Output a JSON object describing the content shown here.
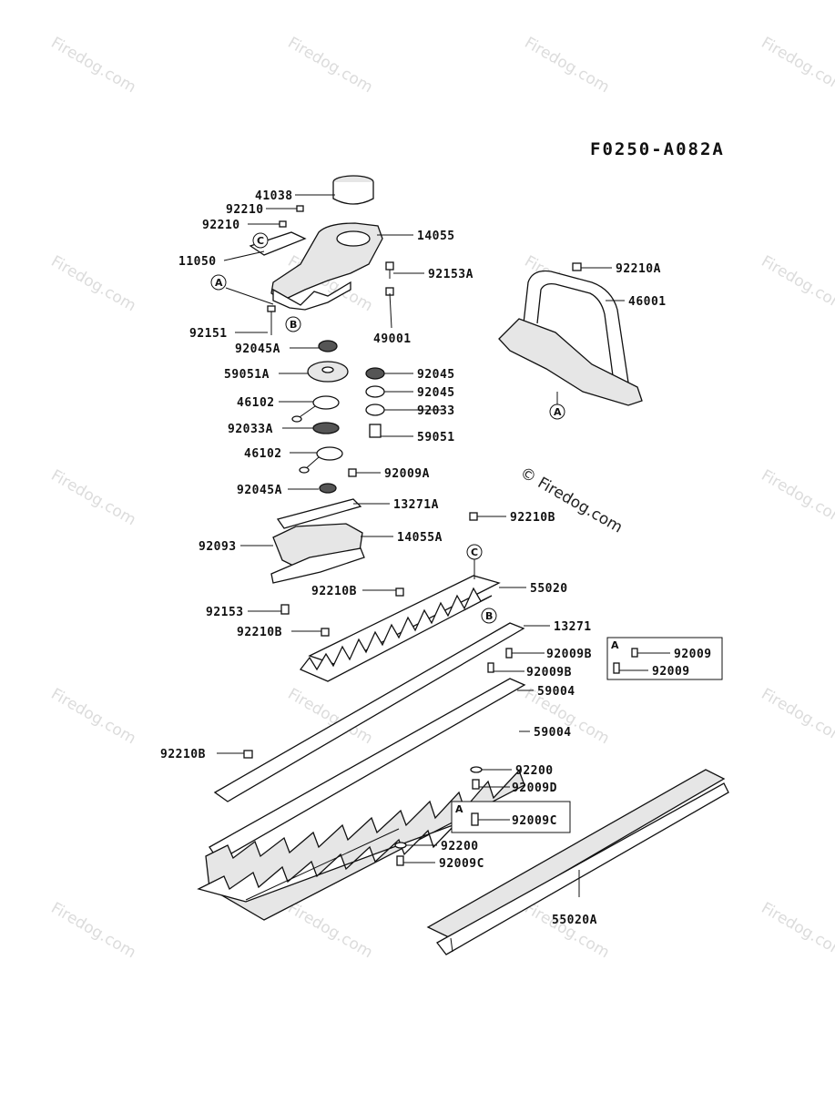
{
  "diagram_code": "F0250-A082A",
  "watermark": "Firedog.com",
  "watermark_center": "© Firedog.com",
  "callouts": {
    "41038": "41038",
    "92210_1": "92210",
    "92210_2": "92210",
    "11050": "11050",
    "14055": "14055",
    "92153A": "92153A",
    "92151": "92151",
    "49001": "49001",
    "92045A_1": "92045A",
    "59051A": "59051A",
    "92045_1": "92045",
    "92045_2": "92045",
    "46102_1": "46102",
    "92033": "92033",
    "92033A": "92033A",
    "59051": "59051",
    "46102_2": "46102",
    "92009A": "92009A",
    "92045A_2": "92045A",
    "13271A": "13271A",
    "92093": "92093",
    "14055A": "14055A",
    "92210B_1": "92210B",
    "55020": "55020",
    "92153": "92153",
    "92210B_2": "92210B",
    "92210B_3": "92210B",
    "13271": "13271",
    "92009B_1": "92009B",
    "92009B_2": "92009B",
    "59004_1": "59004",
    "59004_2": "59004",
    "92210B_4": "92210B",
    "92200_1": "92200",
    "92009D": "92009D",
    "92200_2": "92200",
    "92009C_1": "92009C",
    "55020A": "55020A",
    "92210A": "92210A",
    "46001": "46001"
  },
  "reference_markers": {
    "A1": "A",
    "B1": "B",
    "C1": "C",
    "A2": "A",
    "C2": "C",
    "B2": "B"
  },
  "legend_boxes": {
    "box1": {
      "marker": "A",
      "items": [
        "92009",
        "92009"
      ]
    },
    "box2": {
      "marker": "A",
      "items": [
        "92009C"
      ]
    }
  }
}
